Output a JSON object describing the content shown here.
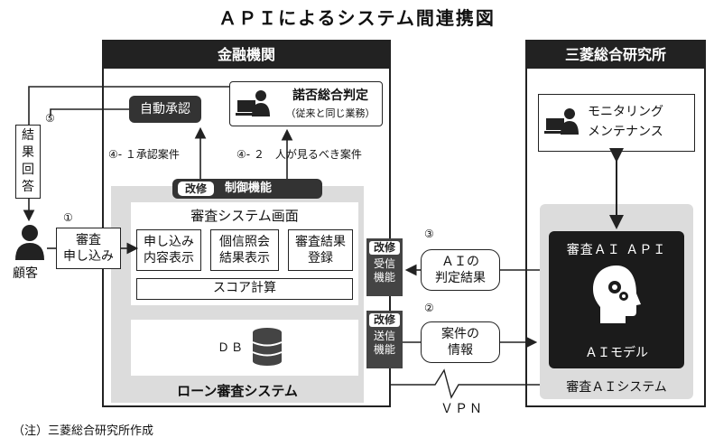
{
  "title": "ＡＰＩによるシステム間連携図",
  "bank": {
    "header": "金融機関",
    "auto_approve": "自動承認",
    "decision": "諾否総合判定",
    "decision_sub": "（従来と同じ業務）",
    "flow_4_1": "④- １承認案件",
    "flow_4_2": "④- ２　人が見るべき案件",
    "control_tag": "改修",
    "control": "制御機能",
    "screen_title": "審査システム画面",
    "screen_boxes": [
      "申し込み\n内容表示",
      "個信照会\n結果表示",
      "審査結果\n登録"
    ],
    "score": "スコア計算",
    "db": "ＤＢ",
    "system": "ローン審査システム",
    "recv_tag": "改修",
    "recv": "受信\n機能",
    "send_tag": "改修",
    "send": "送信\n機能"
  },
  "customer": {
    "label": "顧客",
    "result_reply": "結\n果\n回\n答",
    "step5": "⑤",
    "step1": "①",
    "apply": "審査\n申し込み"
  },
  "mri": {
    "header": "三菱総合研究所",
    "monitoring": "モニタリング\nメンテナンス",
    "ai_api": "審査ＡＩ ＡＰＩ",
    "ai_model": "ＡＩモデル",
    "ai_system": "審査ＡＩシステム"
  },
  "links": {
    "step3": "③",
    "ai_result": "ＡＩの\n判定結果",
    "step2": "②",
    "case_info": "案件の\n情報",
    "vpn": "ＶＰＮ"
  },
  "footnote": "（注）三菱総合研究所作成",
  "colors": {
    "dark": "#222222",
    "panel_gray": "#dcdcdc"
  }
}
